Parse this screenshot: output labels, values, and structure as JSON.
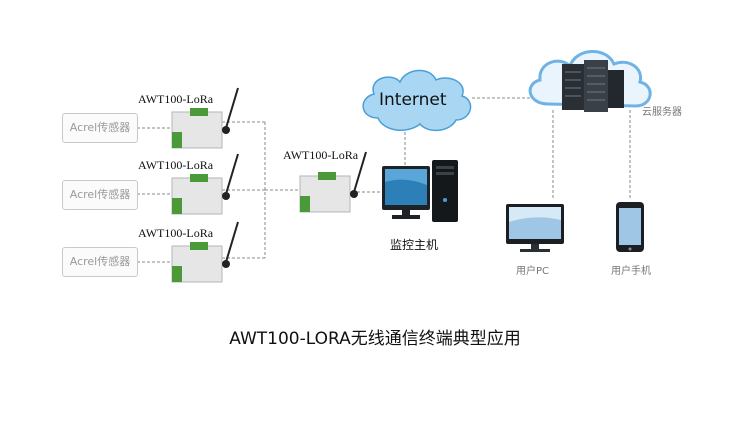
{
  "sensors": [
    {
      "label": "Acrel传感器"
    },
    {
      "label": "Acrel传感器"
    },
    {
      "label": "Acrel传感器"
    }
  ],
  "devices": [
    {
      "label": "AWT100-LoRa"
    },
    {
      "label": "AWT100-LoRa"
    },
    {
      "label": "AWT100-LoRa"
    }
  ],
  "gateway": {
    "label": "AWT100-LoRa"
  },
  "internet": {
    "label": "Internet"
  },
  "host": {
    "label": "监控主机"
  },
  "cloud_server": {
    "label": "云服务器"
  },
  "user_pc": {
    "label": "用户PC"
  },
  "user_phone": {
    "label": "用户手机"
  },
  "caption": "AWT100-LORA无线通信终端典型应用",
  "colors": {
    "device_green": "#4a9a3a",
    "device_body": "#e6e6e6",
    "cloud_blue": "#5aa7de",
    "line_gray": "#9a9a9a"
  }
}
